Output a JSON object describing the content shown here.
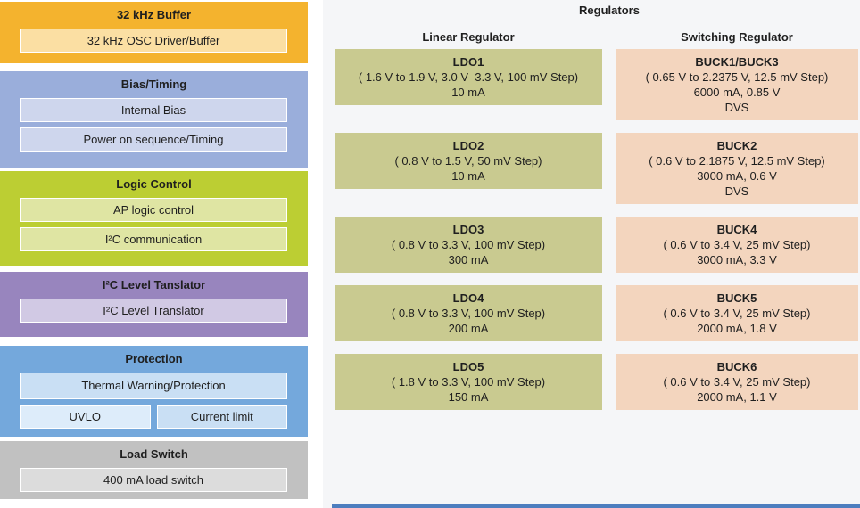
{
  "palette": {
    "orange": "#F4B32E",
    "orange_light": "#FBDFA3",
    "periwinkle_blue": "#9AAEDB",
    "periwinkle_light": "#CED6ED",
    "yellow_green": "#BCCE33",
    "yellow_green_light": "#DFE5A3",
    "purple": "#9885BE",
    "purple_light": "#D1C9E4",
    "sky_blue": "#74A8DC",
    "sky_blue_light": "#C9DFF4",
    "sky_blue_lighter": "#DDECFA",
    "gray": "#C1C1C1",
    "gray_light": "#DCDCDC",
    "ldo_green": "#C9CA90",
    "buck_peach": "#F3D5BE",
    "panel_background": "#F5F6F8",
    "bottom_strip_blue": "#4D7EBF",
    "text": "#1F1F1F"
  },
  "left_panel": {
    "blocks": [
      {
        "title": "32 kHz Buffer",
        "items": [
          "32 kHz OSC Driver/Buffer"
        ]
      },
      {
        "title": "Bias/Timing",
        "items": [
          "Internal Bias",
          "Power on sequence/Timing"
        ]
      },
      {
        "title": "Logic Control",
        "items": [
          "AP logic control",
          "I²C communication"
        ]
      },
      {
        "title": "I²C Level Tanslator",
        "items": [
          "I²C Level Translator"
        ]
      },
      {
        "title": "Protection",
        "items": [
          "Thermal Warning/Protection"
        ],
        "split_items": [
          "UVLO",
          "Current limit"
        ]
      },
      {
        "title": "Load Switch",
        "items": [
          "400 mA load switch"
        ]
      }
    ]
  },
  "regulators": {
    "title": "Regulators",
    "linear": {
      "header": "Linear Regulator",
      "boxes": [
        {
          "name": "LDO1",
          "range": "( 1.6 V to 1.9 V, 3.0 V–3.3 V, 100 mV Step)",
          "current": "10 mA"
        },
        {
          "name": "LDO2",
          "range": "( 0.8 V to 1.5 V, 50 mV Step)",
          "current": "10 mA"
        },
        {
          "name": "LDO3",
          "range": "( 0.8 V to 3.3 V, 100 mV Step)",
          "current": "300 mA"
        },
        {
          "name": "LDO4",
          "range": "( 0.8 V to 3.3 V, 100 mV Step)",
          "current": "200 mA"
        },
        {
          "name": "LDO5",
          "range": "( 1.8 V to 3.3 V, 100 mV Step)",
          "current": "150 mA"
        }
      ]
    },
    "switching": {
      "header": "Switching Regulator",
      "boxes": [
        {
          "name": "BUCK1/BUCK3",
          "range": "( 0.65 V to 2.2375 V, 12.5 mV Step)",
          "output": "6000 mA, 0.85 V",
          "dvs": "DVS"
        },
        {
          "name": "BUCK2",
          "range": "( 0.6 V to 2.1875 V, 12.5 mV Step)",
          "output": "3000 mA, 0.6 V",
          "dvs": "DVS"
        },
        {
          "name": "BUCK4",
          "range": "( 0.6 V to 3.4 V, 25 mV Step)",
          "output": "3000 mA, 3.3 V"
        },
        {
          "name": "BUCK5",
          "range": "( 0.6 V to 3.4 V, 25 mV Step)",
          "output": "2000 mA, 1.8 V"
        },
        {
          "name": "BUCK6",
          "range": "( 0.6 V to 3.4 V, 25 mV Step)",
          "output": "2000 mA, 1.1 V"
        }
      ]
    }
  }
}
